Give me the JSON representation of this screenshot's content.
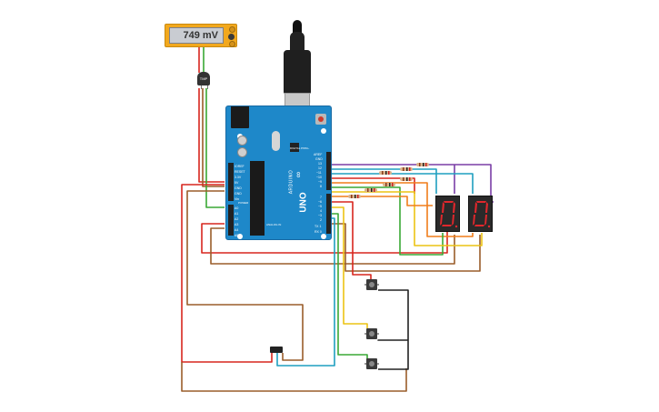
{
  "meter": {
    "reading": "749 mV"
  },
  "sensor": {
    "label": "TMP"
  },
  "arduino": {
    "brand": "ARDUINO",
    "model": "UNO",
    "power_labels": [
      "IOREF",
      "RESET",
      "3.3V",
      "5V",
      "GND",
      "GND",
      "Vin"
    ],
    "analog_labels": [
      "A0",
      "A1",
      "A2",
      "A3",
      "A4",
      "A5"
    ],
    "digital_labels": [
      "AREF",
      "GND",
      "13",
      "12",
      "~11",
      "~10",
      "~9",
      "8",
      "7",
      "~6",
      "~5",
      "4",
      "~3",
      "2",
      "TX 1",
      "RX 0"
    ],
    "section_power": "POWER",
    "section_analog": "ANALOG IN",
    "section_digital": "DIGITAL PWM~"
  },
  "wire_colors": {
    "red": "#d7261e",
    "brown": "#9a5d2a",
    "green": "#3aa935",
    "orange": "#f07d1a",
    "yellow": "#ecc313",
    "teal": "#1f9fc0",
    "purple": "#7a3ea6",
    "black": "#222222",
    "gray": "#8a8a8a"
  },
  "digit_color": "#e0272c"
}
